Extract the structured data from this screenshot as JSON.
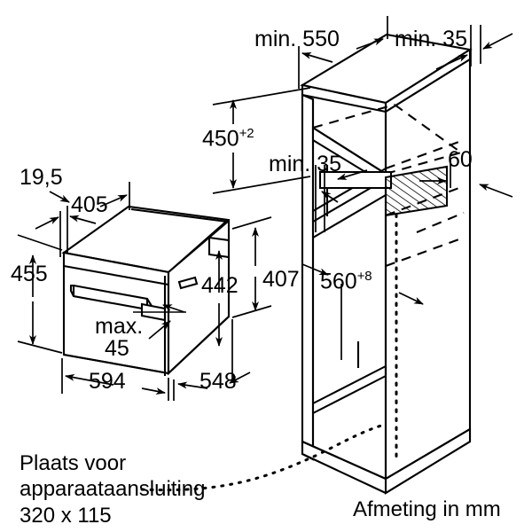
{
  "diagram": {
    "title": "Inbouwmaten oven en nis",
    "units_note": "Afmeting in mm",
    "connection_note_lines": [
      "Plaats voor",
      "apparaataansluiting",
      "320 x 115"
    ],
    "appliance_dimensions": [
      {
        "id": "depth-front-offset",
        "label": "19,5",
        "value": "19,5"
      },
      {
        "id": "top-depth",
        "label": "405",
        "value": "405"
      },
      {
        "id": "front-height",
        "label": "455",
        "value": "455"
      },
      {
        "id": "body-height",
        "label": "442",
        "value": "442"
      },
      {
        "id": "side-height",
        "label": "407",
        "value": "407"
      },
      {
        "id": "door-gap-prefix",
        "label": "max.",
        "value": "max."
      },
      {
        "id": "door-gap",
        "label": "45",
        "value": "45"
      },
      {
        "id": "front-width",
        "label": "594",
        "value": "594"
      },
      {
        "id": "body-depth",
        "label": "548",
        "value": "548"
      }
    ],
    "niche_dimensions": [
      {
        "id": "niche-depth",
        "label": "min. 550",
        "value": "min. 550"
      },
      {
        "id": "side-clearance-top",
        "label": "min. 35",
        "value": "min. 35"
      },
      {
        "id": "niche-height",
        "label": "450",
        "tolerance": "+2"
      },
      {
        "id": "side-clearance-mid",
        "label": "min. 35",
        "value": "min. 35"
      },
      {
        "id": "rear-recess",
        "label": "60",
        "value": "60"
      },
      {
        "id": "niche-width",
        "label": "560",
        "tolerance": "+8"
      }
    ],
    "colors": {
      "line": "#000000",
      "background": "#ffffff",
      "text": "#000000"
    }
  }
}
